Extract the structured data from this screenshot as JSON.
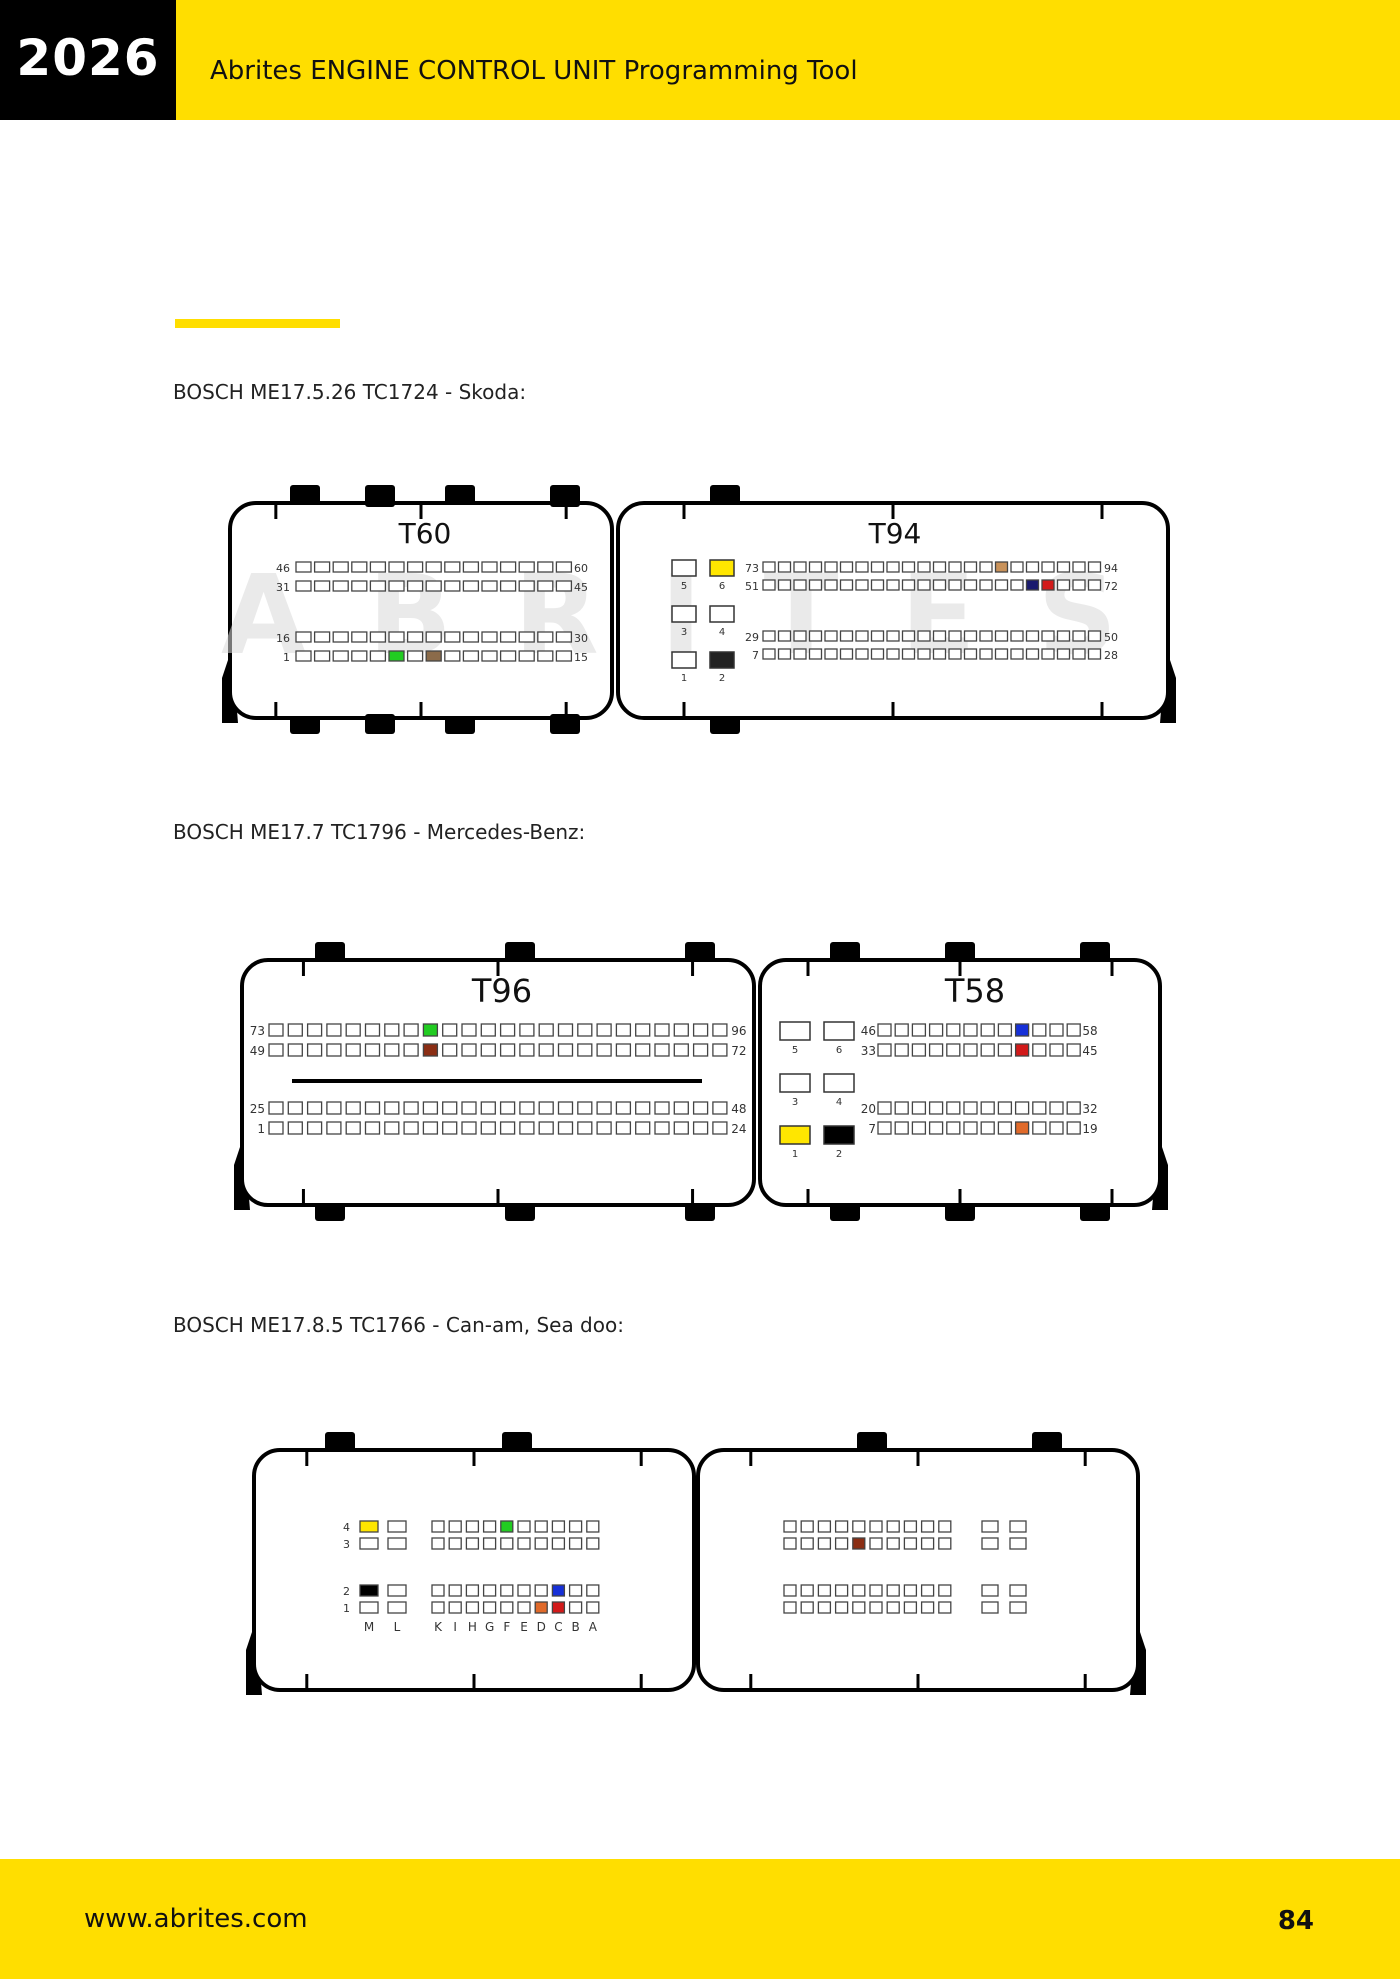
{
  "header": {
    "year": "2026",
    "title": "Abrites ENGINE CONTROL UNIT Programming Tool"
  },
  "sections": [
    {
      "caption": "BOSCH ME17.5.26 TC1724 - Skoda:",
      "watermark": "ABRITES",
      "connectors": [
        {
          "name": "T60",
          "rows": [
            {
              "left": "46",
              "right": "60"
            },
            {
              "left": "31",
              "right": "45"
            },
            {
              "left": "16",
              "right": "30"
            },
            {
              "left": "1",
              "right": "15"
            }
          ],
          "highlights": [
            {
              "row": 3,
              "col": 5,
              "color": "#22cc22"
            },
            {
              "row": 3,
              "col": 7,
              "color": "#8B6B4A"
            }
          ]
        },
        {
          "name": "T94",
          "small_pins": [
            "5",
            "6",
            "3",
            "4",
            "1",
            "2"
          ],
          "small_colors": {
            "6": "#FFE600",
            "2": "#222222"
          },
          "rows": [
            {
              "left": "73",
              "right": "94"
            },
            {
              "left": "51",
              "right": "72"
            },
            {
              "left": "29",
              "right": "50"
            },
            {
              "left": "7",
              "right": "28"
            }
          ],
          "highlights": [
            {
              "row": 0,
              "col": 15,
              "color": "#C9925A"
            },
            {
              "row": 1,
              "col": 17,
              "color": "#1a1a6e"
            },
            {
              "row": 1,
              "col": 18,
              "color": "#d21a1a"
            }
          ]
        }
      ]
    },
    {
      "caption": "BOSCH ME17.7 TC1796 - Mercedes-Benz:",
      "connectors": [
        {
          "name": "T96",
          "rows": [
            {
              "left": "73",
              "right": "96"
            },
            {
              "left": "49",
              "right": "72"
            },
            {
              "left": "25",
              "right": "48"
            },
            {
              "left": "1",
              "right": "24"
            }
          ],
          "highlights": [
            {
              "row": 0,
              "col": 8,
              "color": "#22cc22"
            },
            {
              "row": 1,
              "col": 8,
              "color": "#8B2E14"
            }
          ]
        },
        {
          "name": "T58",
          "small_pins": [
            "5",
            "6",
            "3",
            "4",
            "1",
            "2"
          ],
          "small_colors": {
            "1": "#FFE600",
            "2": "#000000"
          },
          "rows": [
            {
              "left": "46",
              "right": "58"
            },
            {
              "left": "33",
              "right": "45"
            },
            {
              "left": "20",
              "right": "32"
            },
            {
              "left": "7",
              "right": "19"
            }
          ],
          "highlights": [
            {
              "row": 0,
              "col": 8,
              "color": "#1630d8"
            },
            {
              "row": 1,
              "col": 8,
              "color": "#d21a1a"
            },
            {
              "row": 3,
              "col": 8,
              "color": "#E06A2A"
            }
          ]
        }
      ]
    },
    {
      "caption": "BOSCH ME17.8.5 TC1766 - Can-am, Sea doo:",
      "connectors": [
        {
          "name": "",
          "row_labels": [
            "4",
            "3",
            "2",
            "1"
          ],
          "col_labels": [
            "M",
            "L",
            "K",
            "I",
            "H",
            "G",
            "F",
            "E",
            "D",
            "C",
            "B",
            "A"
          ],
          "highlights": [
            {
              "row": 0,
              "col": 0,
              "color": "#FFE600"
            },
            {
              "row": 0,
              "col": 6,
              "color": "#22cc22"
            },
            {
              "row": 2,
              "col": 0,
              "color": "#000000"
            },
            {
              "row": 2,
              "col": 9,
              "color": "#1630d8"
            },
            {
              "row": 3,
              "col": 8,
              "color": "#E06A2A"
            },
            {
              "row": 3,
              "col": 9,
              "color": "#d21a1a"
            }
          ]
        },
        {
          "name": "",
          "highlights": [
            {
              "row": 1,
              "col": 4,
              "color": "#8B2E14"
            }
          ]
        }
      ]
    }
  ],
  "footer": {
    "url": "www.abrites.com",
    "page": "84"
  }
}
